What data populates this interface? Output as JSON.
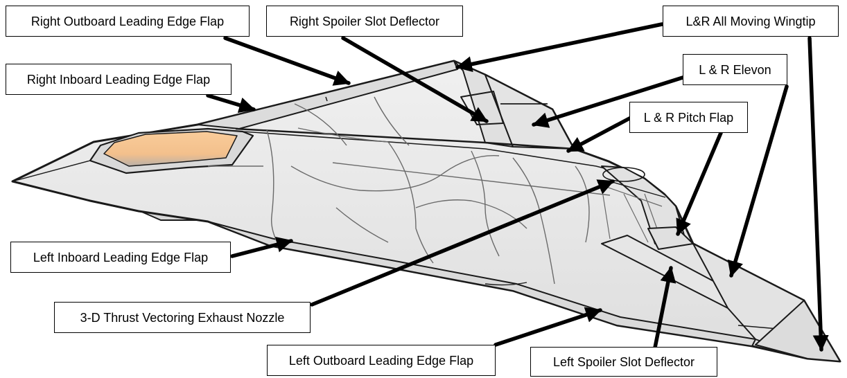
{
  "diagram": {
    "colors": {
      "airframe_fill": "#e9e9e9",
      "airframe_shade": "#d4d4d4",
      "outline": "#1a1a1a",
      "panel_line": "#6a6a6a",
      "canopy": "#f7c896",
      "canopy_shade": "#c9b8a6",
      "label_border": "#000000",
      "arrow": "#000000"
    },
    "labels": {
      "right_outboard_le_flap": "Right Outboard Leading Edge Flap",
      "right_spoiler_slot_deflector": "Right Spoiler Slot Deflector",
      "lr_all_moving_wingtip": "L&R All Moving Wingtip",
      "right_inboard_le_flap": "Right Inboard Leading Edge Flap",
      "lr_elevon": "L & R Elevon",
      "lr_pitch_flap": "L & R Pitch Flap",
      "left_inboard_le_flap": "Left Inboard Leading Edge Flap",
      "thrust_vectoring_nozzle": "3-D Thrust Vectoring Exhaust Nozzle",
      "left_outboard_le_flap": "Left Outboard Leading Edge Flap",
      "left_spoiler_slot_deflector": "Left Spoiler Slot Deflector"
    }
  }
}
